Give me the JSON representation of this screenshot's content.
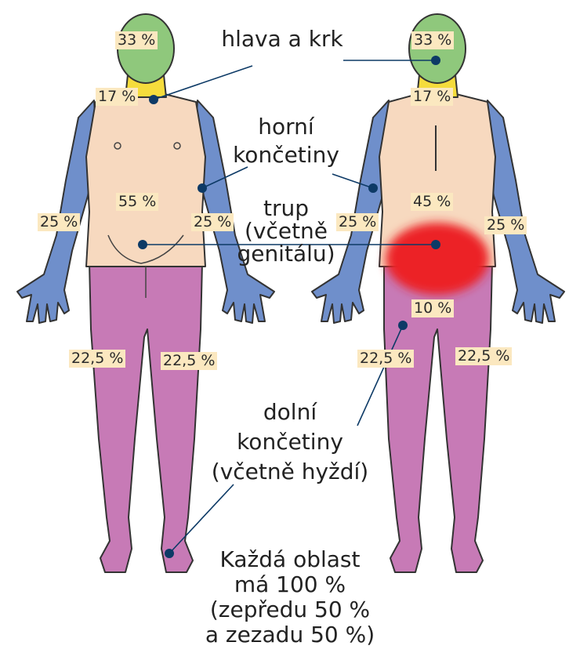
{
  "labels": {
    "head_neck": "hlava a krk",
    "upper_limbs_1": "horní",
    "upper_limbs_2": "končetiny",
    "trunk_1": "trup",
    "trunk_2": "(včetně",
    "trunk_3": "genitálu)",
    "lower_limbs_1": "dolní",
    "lower_limbs_2": "končetiny",
    "lower_limbs_3": "(včetně hyždí)",
    "note_1": "Každá oblast",
    "note_2": "má 100 %",
    "note_3": "(zepředu 50 %",
    "note_4": "a zezadu 50 %)"
  },
  "front": {
    "head": "33 %",
    "neck": "17 %",
    "trunk": "55 %",
    "arm_left": "25 %",
    "arm_right": "25 %",
    "leg_left": "22,5 %",
    "leg_right": "22,5 %"
  },
  "back": {
    "head": "33 %",
    "neck": "17 %",
    "trunk": "45 %",
    "arm_left": "25 %",
    "arm_right": "25 %",
    "buttocks": "10 %",
    "leg_left": "22,5 %",
    "leg_right": "22,5 %"
  },
  "colors": {
    "head": "#8fc87c",
    "neck": "#f5dc3c",
    "trunk": "#f7d9bf",
    "arms": "#6f8fcb",
    "legs": "#c77ab6",
    "buttocks": "#ec2025",
    "pointer": "#0d3a66"
  }
}
